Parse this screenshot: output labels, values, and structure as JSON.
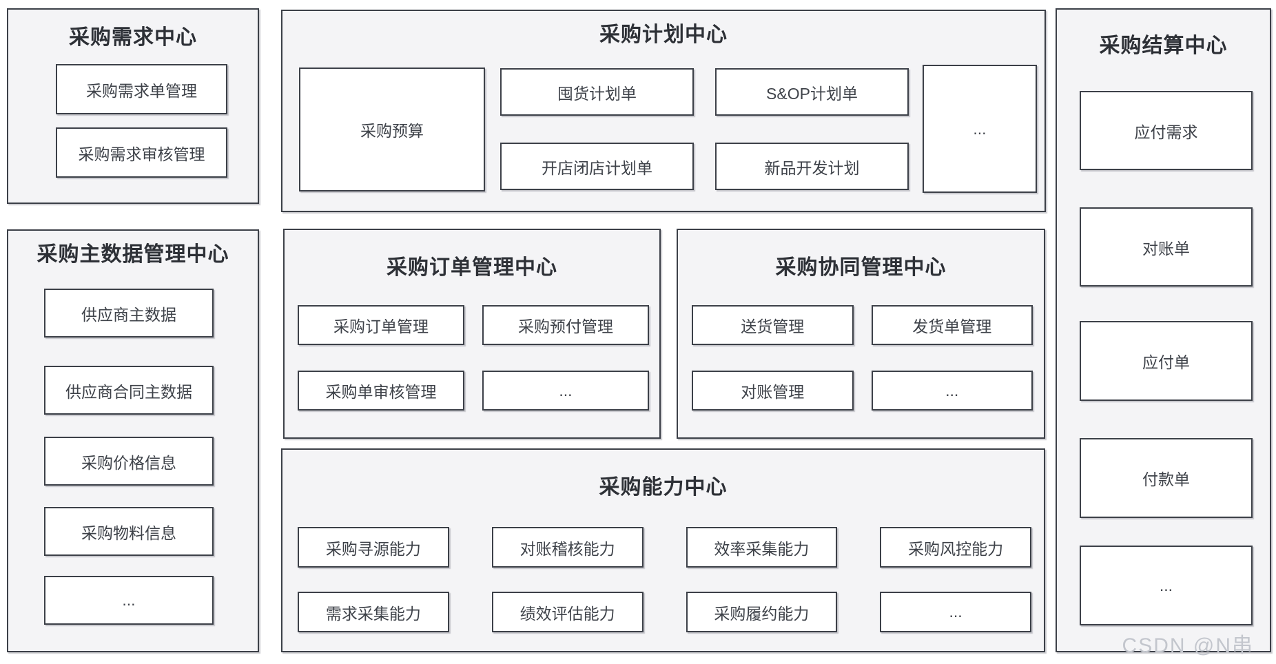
{
  "colors": {
    "panel_bg": "#f4f4f6",
    "box_bg": "#ffffff",
    "border": "#3c4048",
    "title_text": "#2d3036",
    "box_text": "#3e4249",
    "watermark_text": "#c3c6cd"
  },
  "watermark": "CSDN @N串",
  "panels": {
    "demand": {
      "title": "采购需求中心",
      "items": [
        "采购需求单管理",
        "采购需求审核管理"
      ]
    },
    "master_data": {
      "title": "采购主数据管理中心",
      "items": [
        "供应商主数据",
        "供应商合同主数据",
        "采购价格信息",
        "采购物料信息",
        "..."
      ]
    },
    "plan": {
      "title": "采购计划中心",
      "budget": "采购预算",
      "row1": [
        "囤货计划单",
        "S&OP计划单"
      ],
      "row2": [
        "开店闭店计划单",
        "新品开发计划"
      ],
      "more": "..."
    },
    "order": {
      "title": "采购订单管理中心",
      "row1": [
        "采购订单管理",
        "采购预付管理"
      ],
      "row2": [
        "采购单审核管理",
        "..."
      ]
    },
    "collab": {
      "title": "采购协同管理中心",
      "row1": [
        "送货管理",
        "发货单管理"
      ],
      "row2": [
        "对账管理",
        "..."
      ]
    },
    "capability": {
      "title": "采购能力中心",
      "row1": [
        "采购寻源能力",
        "对账稽核能力",
        "效率采集能力",
        "采购风控能力"
      ],
      "row2": [
        "需求采集能力",
        "绩效评估能力",
        "采购履约能力",
        "..."
      ]
    },
    "settlement": {
      "title": "采购结算中心",
      "items": [
        "应付需求",
        "对账单",
        "应付单",
        "付款单",
        "..."
      ]
    }
  }
}
